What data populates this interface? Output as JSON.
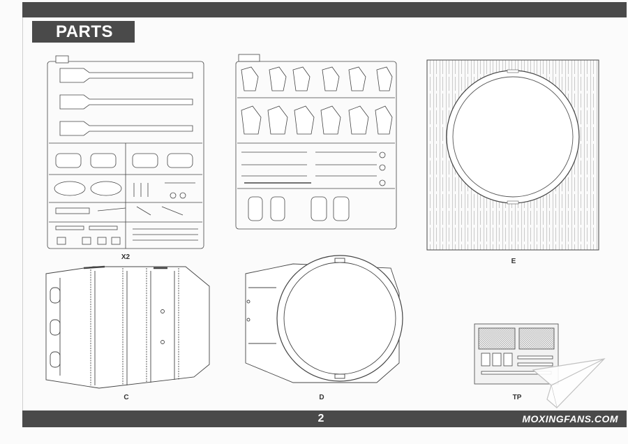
{
  "header": {
    "title": "PARTS"
  },
  "parts": {
    "sprue_a_count": "X2",
    "label_e": "E",
    "label_c": "C",
    "label_d": "D",
    "label_tp": "TP"
  },
  "footer": {
    "page_number": "2",
    "watermark": "MOXINGFANS.COM"
  }
}
